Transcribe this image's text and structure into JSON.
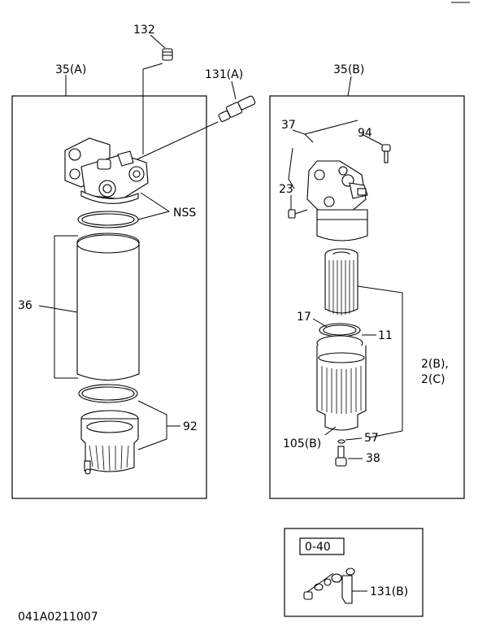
{
  "callouts": {
    "c132": "132",
    "c35a": "35(A)",
    "c131a": "131(A)",
    "c35b": "35(B)",
    "c37": "37",
    "c94": "94",
    "c23": "23",
    "nss": "NSS",
    "c36": "36",
    "c17": "17",
    "c11": "11",
    "c2b": "2(B),",
    "c2c": "2(C)",
    "c92": "92",
    "c105b": "105(B)",
    "c57": "57",
    "c38": "38",
    "c131b": "131(B)"
  },
  "inset": {
    "label": "0-40"
  },
  "figure_id": "041A0211007"
}
